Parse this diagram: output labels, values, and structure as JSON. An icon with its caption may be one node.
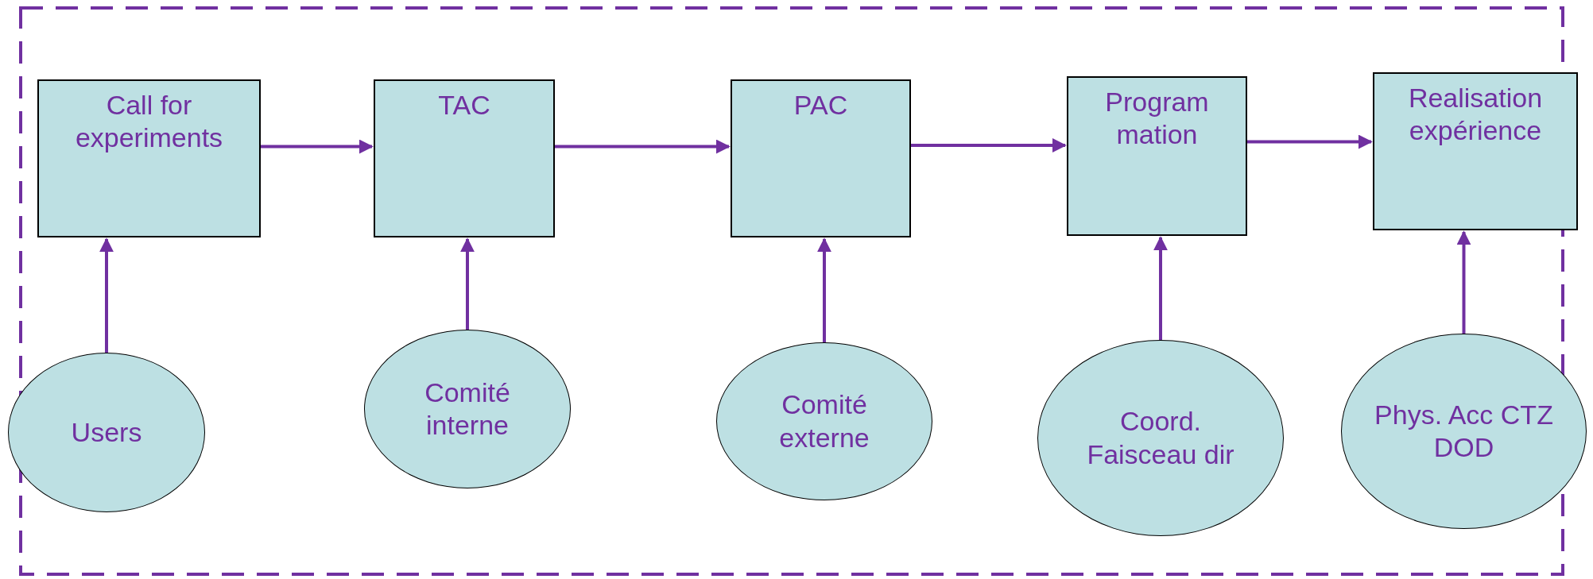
{
  "diagram": {
    "nodes": [
      {
        "text": [
          "Call for experiments"
        ]
      },
      {
        "text": [
          "TAC"
        ]
      },
      {
        "text": [
          "PAC"
        ]
      },
      {
        "text": [
          "Program mation"
        ]
      },
      {
        "text": [
          "Realisation expérience"
        ]
      },
      {
        "text": [
          "Users"
        ]
      },
      {
        "text": [
          "Comité interne"
        ]
      },
      {
        "text": [
          "Comité externe"
        ]
      },
      {
        "text": [
          "Coord. Faisceau dir"
        ]
      },
      {
        "text": [
          "Phys. Acc CTZ DOD"
        ]
      }
    ],
    "edges": [
      {
        "from": 0,
        "to": 1,
        "arrow": "to"
      },
      {
        "from": 1,
        "to": 2,
        "arrow": "to"
      },
      {
        "from": 2,
        "to": 3,
        "arrow": "to"
      },
      {
        "from": 3,
        "to": 4,
        "arrow": "to"
      },
      {
        "from": 5,
        "to": 0,
        "arrow": "to"
      },
      {
        "from": 6,
        "to": 1,
        "arrow": "to"
      },
      {
        "from": 7,
        "to": 2,
        "arrow": "to"
      },
      {
        "from": 8,
        "to": 3,
        "arrow": "to"
      },
      {
        "from": 9,
        "to": 4,
        "arrow": "to"
      }
    ]
  }
}
